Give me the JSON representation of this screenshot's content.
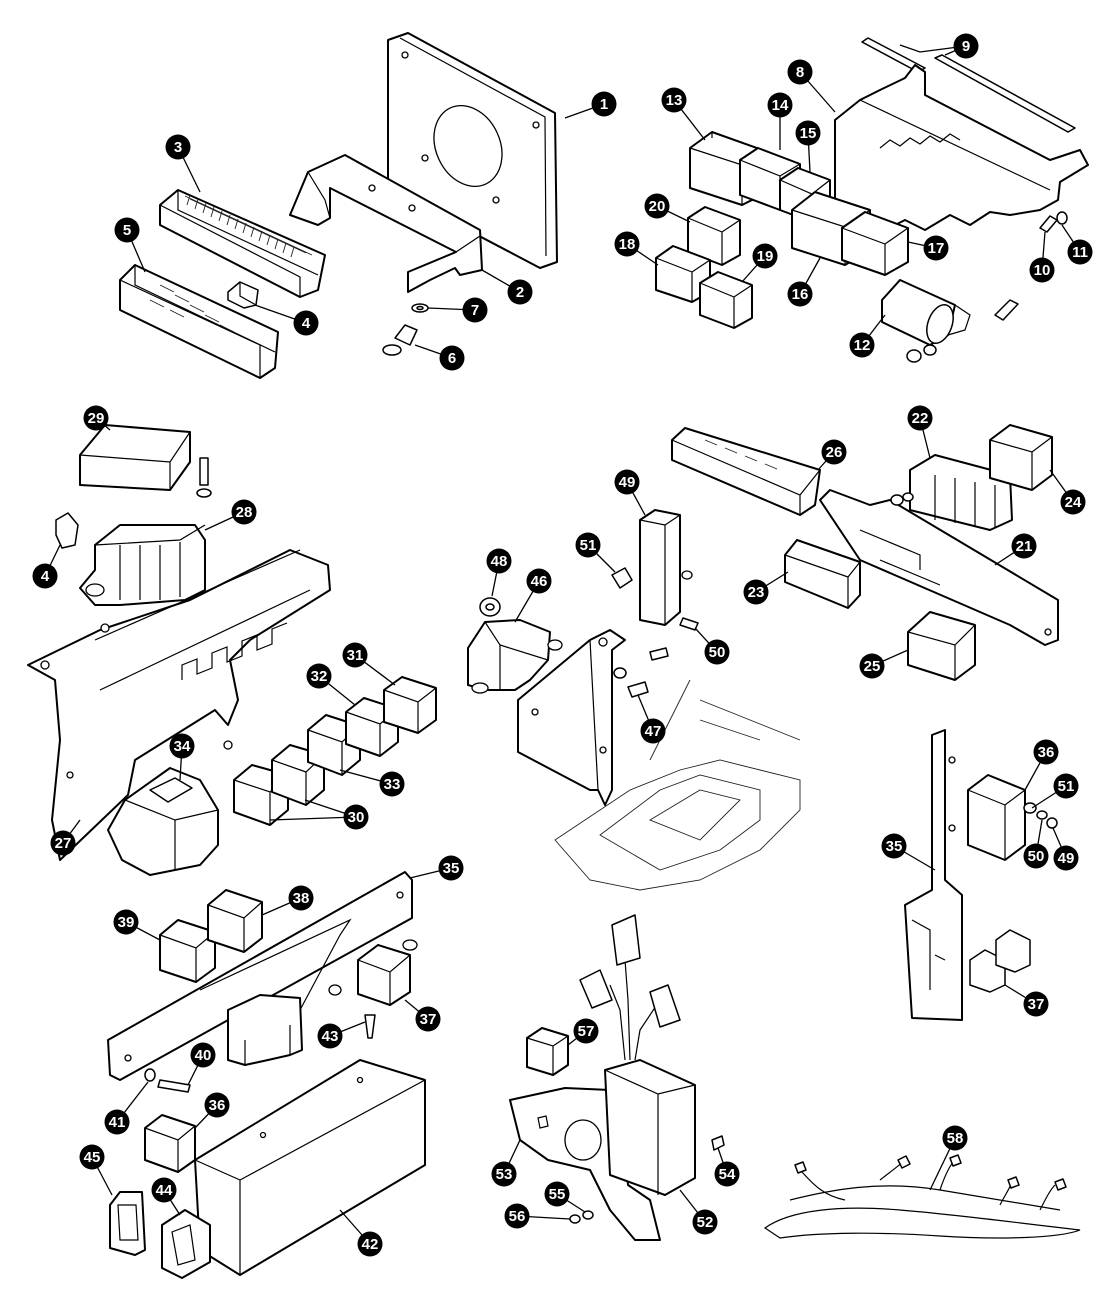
{
  "diagram": {
    "callouts": [
      {
        "id": "c1",
        "label": "1"
      },
      {
        "id": "c2",
        "label": "2"
      },
      {
        "id": "c3",
        "label": "3"
      },
      {
        "id": "c4a",
        "label": "4"
      },
      {
        "id": "c5",
        "label": "5"
      },
      {
        "id": "c6",
        "label": "6"
      },
      {
        "id": "c7",
        "label": "7"
      },
      {
        "id": "c8",
        "label": "8"
      },
      {
        "id": "c9",
        "label": "9"
      },
      {
        "id": "c10",
        "label": "10"
      },
      {
        "id": "c11",
        "label": "11"
      },
      {
        "id": "c12",
        "label": "12"
      },
      {
        "id": "c13",
        "label": "13"
      },
      {
        "id": "c14",
        "label": "14"
      },
      {
        "id": "c15",
        "label": "15"
      },
      {
        "id": "c16",
        "label": "16"
      },
      {
        "id": "c17",
        "label": "17"
      },
      {
        "id": "c18",
        "label": "18"
      },
      {
        "id": "c19",
        "label": "19"
      },
      {
        "id": "c20",
        "label": "20"
      },
      {
        "id": "c21",
        "label": "21"
      },
      {
        "id": "c22",
        "label": "22"
      },
      {
        "id": "c23",
        "label": "23"
      },
      {
        "id": "c24",
        "label": "24"
      },
      {
        "id": "c25",
        "label": "25"
      },
      {
        "id": "c26",
        "label": "26"
      },
      {
        "id": "c27",
        "label": "27"
      },
      {
        "id": "c28",
        "label": "28"
      },
      {
        "id": "c29",
        "label": "29"
      },
      {
        "id": "c4b",
        "label": "4"
      },
      {
        "id": "c30",
        "label": "30"
      },
      {
        "id": "c31",
        "label": "31"
      },
      {
        "id": "c32",
        "label": "32"
      },
      {
        "id": "c33",
        "label": "33"
      },
      {
        "id": "c34",
        "label": "34"
      },
      {
        "id": "c35a",
        "label": "35"
      },
      {
        "id": "c35b",
        "label": "35"
      },
      {
        "id": "c36a",
        "label": "36"
      },
      {
        "id": "c36b",
        "label": "36"
      },
      {
        "id": "c37a",
        "label": "37"
      },
      {
        "id": "c37b",
        "label": "37"
      },
      {
        "id": "c38",
        "label": "38"
      },
      {
        "id": "c39",
        "label": "39"
      },
      {
        "id": "c40",
        "label": "40"
      },
      {
        "id": "c41",
        "label": "41"
      },
      {
        "id": "c42",
        "label": "42"
      },
      {
        "id": "c43",
        "label": "43"
      },
      {
        "id": "c44",
        "label": "44"
      },
      {
        "id": "c45",
        "label": "45"
      },
      {
        "id": "c46",
        "label": "46"
      },
      {
        "id": "c47",
        "label": "47"
      },
      {
        "id": "c48",
        "label": "48"
      },
      {
        "id": "c49a",
        "label": "49"
      },
      {
        "id": "c49b",
        "label": "49"
      },
      {
        "id": "c50a",
        "label": "50"
      },
      {
        "id": "c50b",
        "label": "50"
      },
      {
        "id": "c51a",
        "label": "51"
      },
      {
        "id": "c51b",
        "label": "51"
      },
      {
        "id": "c52",
        "label": "52"
      },
      {
        "id": "c53",
        "label": "53"
      },
      {
        "id": "c54",
        "label": "54"
      },
      {
        "id": "c55",
        "label": "55"
      },
      {
        "id": "c56",
        "label": "56"
      },
      {
        "id": "c57",
        "label": "57"
      },
      {
        "id": "c58",
        "label": "58"
      }
    ]
  }
}
